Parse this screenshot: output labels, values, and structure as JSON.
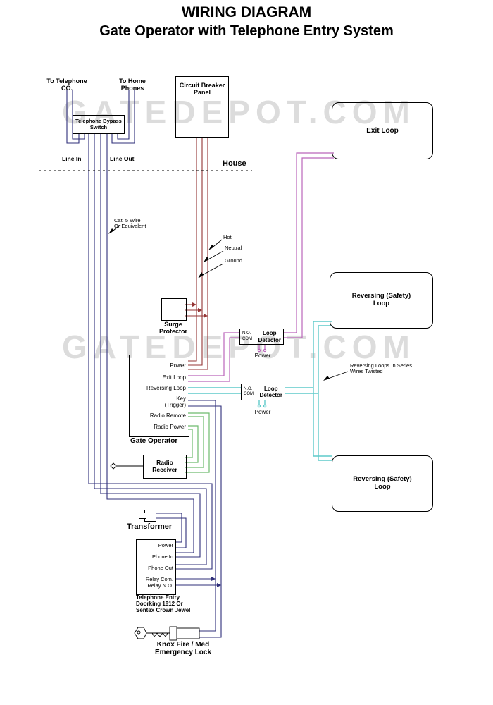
{
  "colors": {
    "phone_and_relay_wire": "#2f2f7a",
    "ac_power_wire": "#943434",
    "exit_loop_wire": "#bb66bb",
    "reversing_loop_wire": "#5fcaca",
    "radio_wire": "#6dbb6d",
    "annotation": "#000000",
    "watermark": "#dcdcdc",
    "box_border": "#000000",
    "background": "#ffffff"
  },
  "title": {
    "line1": "WIRING DIAGRAM",
    "line2": "Gate Operator with Telephone Entry System"
  },
  "watermark_text": "GATEDEPOT.COM",
  "house_label": "House",
  "phone": {
    "to_telephone_co": "To Telephone\nCO.",
    "to_home_phones": "To Home\nPhones",
    "bypass_switch": "Telephone Bypass\nSwitch",
    "line_in": "Line In",
    "line_out": "Line Out",
    "cat5_note": "Cat. 5 Wire\nOr Equivalent"
  },
  "power": {
    "circuit_breaker": "Circuit Breaker\nPanel",
    "hot": "Hot",
    "neutral": "Neutral",
    "ground": "Ground",
    "surge_protector": "Surge\nProtector"
  },
  "loops": {
    "exit_loop": "Exit Loop",
    "reversing_loop": "Reversing (Safety)\nLoop",
    "series_note": "Reversing Loops In Series\nWires Twisted"
  },
  "loop_detectors": {
    "no": "N.O.",
    "com": "COM",
    "label": "Loop\nDetector",
    "power": "Power"
  },
  "gate_operator": {
    "label": "Gate Operator",
    "terminals": [
      "Power",
      "Exit Loop",
      "Reversing Loop",
      "Key\n(Trigger)",
      "Radio Remote",
      "Radio Power"
    ]
  },
  "radio_receiver": "Radio\nReceiver",
  "transformer": "Transformer",
  "telephone_entry": {
    "terminals": [
      "Power",
      "Phone In",
      "Phone Out",
      "Relay Com.",
      "Relay N.O."
    ],
    "label": "Telephone Entry\nDoorking 1812 Or\nSentex Crown Jewel"
  },
  "knox_lock": "Knox Fire / Med\nEmergency Lock"
}
